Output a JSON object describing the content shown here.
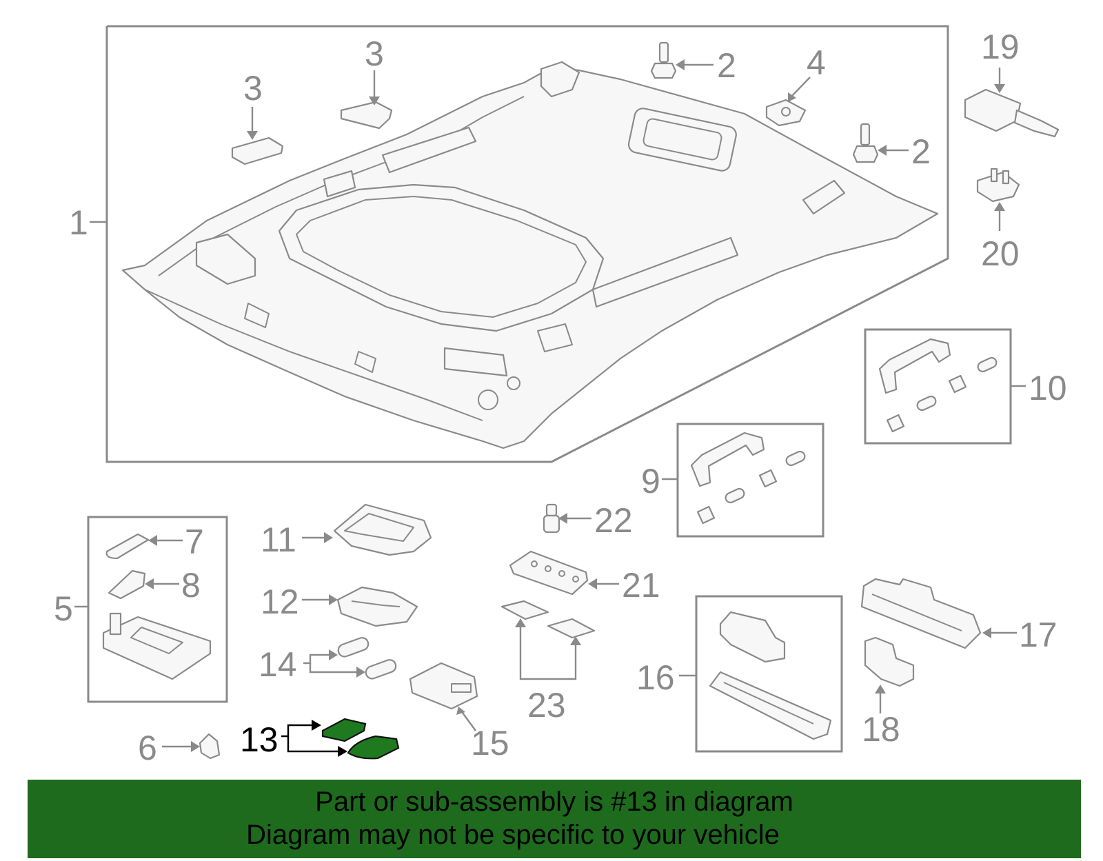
{
  "callouts": {
    "c1": "1",
    "c2a": "2",
    "c2b": "2",
    "c3a": "3",
    "c3b": "3",
    "c4": "4",
    "c5": "5",
    "c6": "6",
    "c7": "7",
    "c8": "8",
    "c9": "9",
    "c10": "10",
    "c11": "11",
    "c12": "12",
    "c13": "13",
    "c14": "14",
    "c15": "15",
    "c16": "16",
    "c17": "17",
    "c18": "18",
    "c19": "19",
    "c20": "20",
    "c21": "21",
    "c22": "22",
    "c23": "23"
  },
  "highlighted_part": "13",
  "colors": {
    "highlight": "#1f7a1f",
    "banner": "#1e6b1e",
    "line": "#8a8a8a"
  },
  "banner": {
    "line1": "Part or sub-assembly is #13 in diagram",
    "line2": "Diagram may not be specific to your vehicle"
  }
}
